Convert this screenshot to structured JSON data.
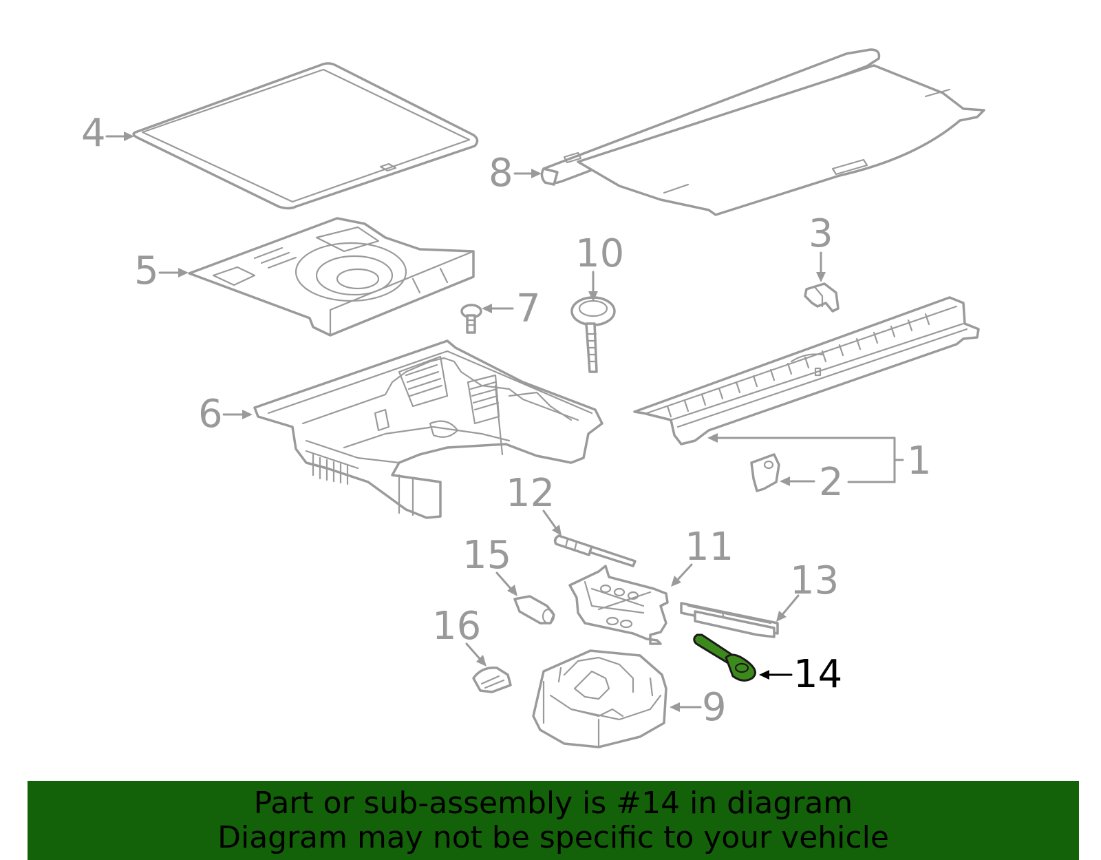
{
  "callouts": {
    "c1": "1",
    "c2": "2",
    "c3": "3",
    "c4": "4",
    "c5": "5",
    "c6": "6",
    "c7": "7",
    "c8": "8",
    "c9": "9",
    "c10": "10",
    "c11": "11",
    "c12": "12",
    "c13": "13",
    "c14": "14",
    "c15": "15",
    "c16": "16"
  },
  "highlight": {
    "part": "14",
    "color": "#3d8a1c"
  },
  "colors": {
    "line": "#9a9a9a",
    "footer_bg": "#136108"
  },
  "footer": {
    "line1": "Part or sub-assembly is #14 in diagram",
    "line2": "Diagram may not be specific to your vehicle"
  }
}
